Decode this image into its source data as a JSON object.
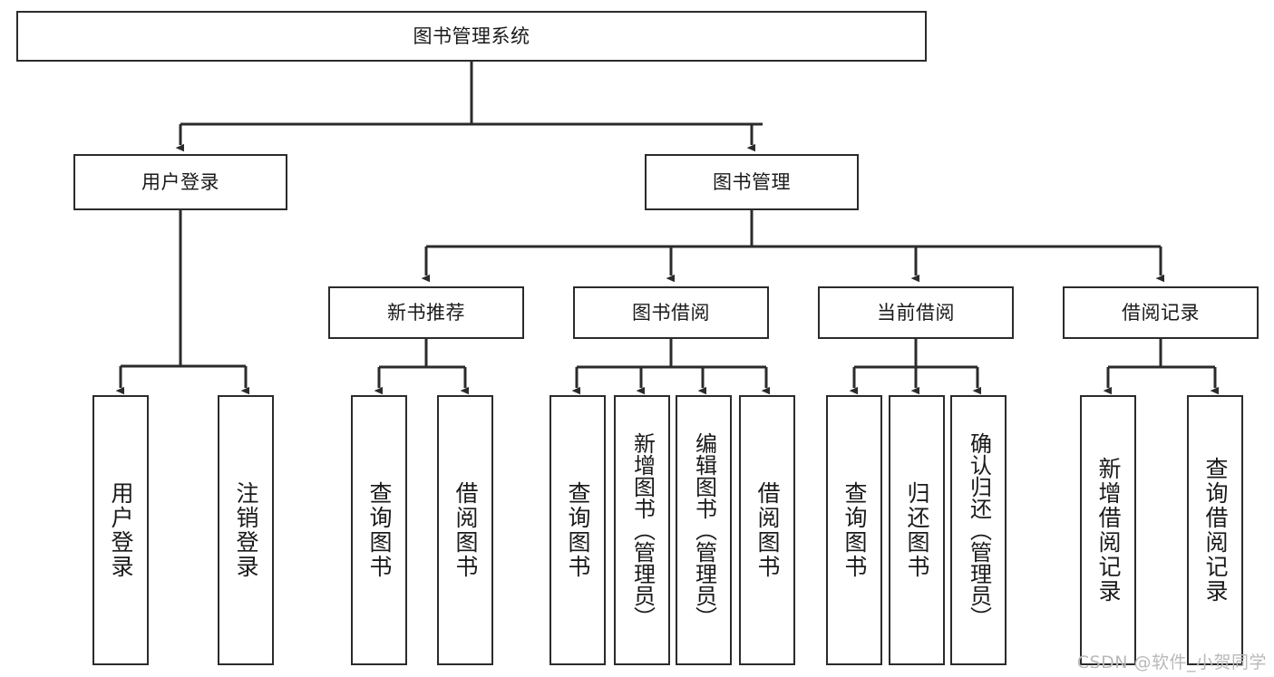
{
  "diagram": {
    "type": "tree-hierarchy",
    "title": "图书管理系统",
    "root": {
      "label": "图书管理系统"
    },
    "level1": [
      {
        "label": "用户登录"
      },
      {
        "label": "图书管理"
      }
    ],
    "level2": [
      {
        "label": "新书推荐",
        "parent": "图书管理"
      },
      {
        "label": "图书借阅",
        "parent": "图书管理"
      },
      {
        "label": "当前借阅",
        "parent": "图书管理"
      },
      {
        "label": "借阅记录",
        "parent": "图书管理"
      }
    ],
    "leaves": [
      {
        "label": "用户登录",
        "parent": "用户登录"
      },
      {
        "label": "注销登录",
        "parent": "用户登录"
      },
      {
        "label": "查询图书",
        "parent": "新书推荐"
      },
      {
        "label": "借阅图书",
        "parent": "新书推荐"
      },
      {
        "label": "查询图书",
        "parent": "图书借阅"
      },
      {
        "label": "新增图书（管理员）",
        "parent": "图书借阅"
      },
      {
        "label": "编辑图书（管理员）",
        "parent": "图书借阅"
      },
      {
        "label": "借阅图书",
        "parent": "图书借阅"
      },
      {
        "label": "查询图书",
        "parent": "当前借阅"
      },
      {
        "label": "归还图书",
        "parent": "当前借阅"
      },
      {
        "label": "确认归还（管理员）",
        "parent": "当前借阅"
      },
      {
        "label": "新增借阅记录",
        "parent": "借阅记录"
      },
      {
        "label": "查询借阅记录",
        "parent": "借阅记录"
      }
    ]
  },
  "watermark": {
    "text": "CSDN @软件_小贺同学"
  },
  "colors": {
    "stroke": "#2b2b2b",
    "fill": "#ffffff",
    "text": "#1a1a1a",
    "watermark": "#b9b9b9"
  }
}
